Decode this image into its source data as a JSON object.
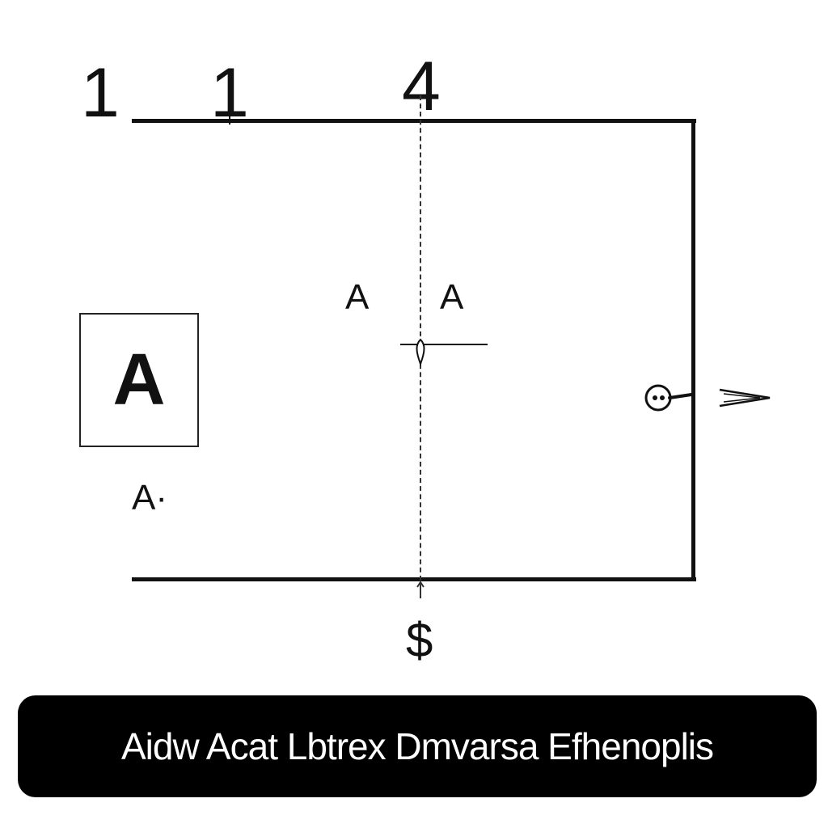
{
  "labels": {
    "top_left_1": "1",
    "top_left_2": "1",
    "top_center": "4",
    "center_left": "A",
    "center_right": "A",
    "boxed": "A",
    "left_lower": "A·",
    "bottom": "$"
  },
  "caption": {
    "text": "Aidw Acat Lbtrex Dmvarsa Efhenoplis"
  },
  "colors": {
    "line": "#111111",
    "caption_bg": "#000000",
    "caption_text": "#ffffff"
  }
}
